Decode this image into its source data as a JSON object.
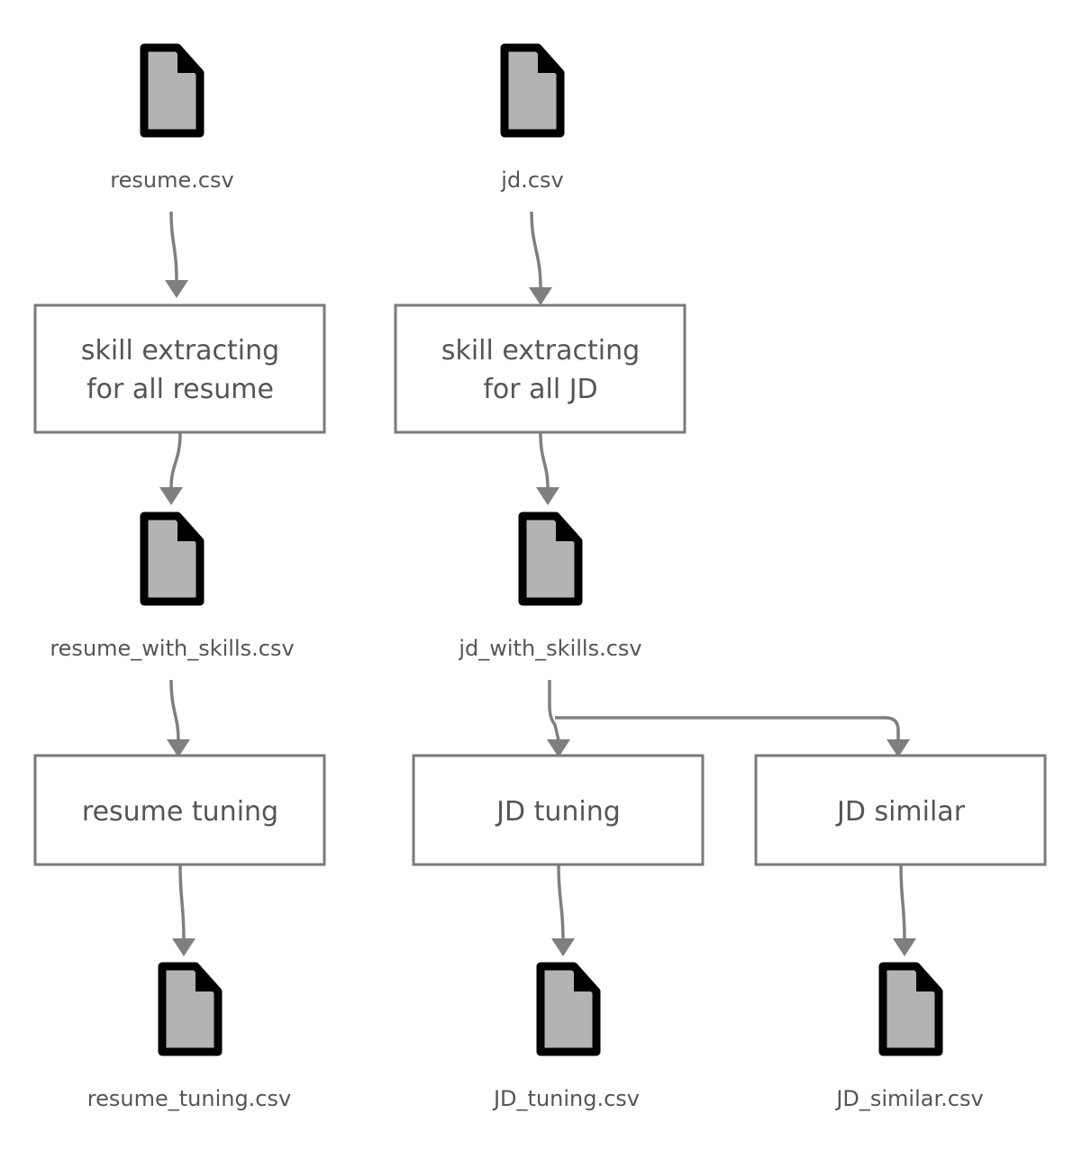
{
  "diagram": {
    "type": "flowchart",
    "files": {
      "resume_csv": "resume.csv",
      "jd_csv": "jd.csv",
      "resume_with_skills_csv": "resume_with_skills.csv",
      "jd_with_skills_csv": "jd_with_skills.csv",
      "resume_tuning_csv": "resume_tuning.csv",
      "jd_tuning_csv": "JD_tuning.csv",
      "jd_similar_csv": "JD_similar.csv"
    },
    "processes": {
      "skill_extract_resume": {
        "line1": "skill extracting",
        "line2": "for all resume"
      },
      "skill_extract_jd": {
        "line1": "skill extracting",
        "line2": "for all JD"
      },
      "resume_tuning": "resume tuning",
      "jd_tuning": "JD tuning",
      "jd_similar": "JD similar"
    },
    "icons": {
      "file": "document-icon"
    },
    "colors": {
      "box_border": "#7a7a7a",
      "arrow": "#7f7f7f",
      "text": "#555555",
      "doc_fill": "#b3b3b3",
      "doc_outline": "#000000"
    },
    "edges": [
      {
        "from": "resume.csv",
        "to": "skill extracting for all resume"
      },
      {
        "from": "jd.csv",
        "to": "skill extracting for all JD"
      },
      {
        "from": "skill extracting for all resume",
        "to": "resume_with_skills.csv"
      },
      {
        "from": "skill extracting for all JD",
        "to": "jd_with_skills.csv"
      },
      {
        "from": "resume_with_skills.csv",
        "to": "resume tuning"
      },
      {
        "from": "jd_with_skills.csv",
        "to": "JD tuning"
      },
      {
        "from": "jd_with_skills.csv",
        "to": "JD similar"
      },
      {
        "from": "resume tuning",
        "to": "resume_tuning.csv"
      },
      {
        "from": "JD tuning",
        "to": "JD_tuning.csv"
      },
      {
        "from": "JD similar",
        "to": "JD_similar.csv"
      }
    ]
  }
}
